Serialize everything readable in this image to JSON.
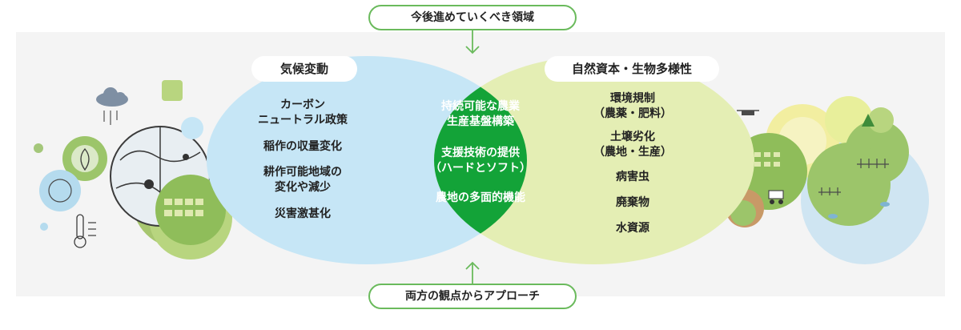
{
  "top_label": "今後進めていくべき領域",
  "bottom_label": "両方の観点からアプローチ",
  "left": {
    "title": "気候変動",
    "items": [
      "カーボン\nニュートラル政策",
      "稲作の収量変化",
      "耕作可能地域の\n変化や減少",
      "災害激甚化"
    ]
  },
  "center": {
    "items": [
      "持続可能な農業\n生産基盤構築",
      "支援技術の提供\n（ハードとソフト）",
      "農地の多面的機能"
    ]
  },
  "right": {
    "title": "自然資本・生物多様性",
    "items": [
      "環境規制\n（農薬・肥料）",
      "土壌劣化\n（農地・生産）",
      "病害虫",
      "廃棄物",
      "水資源"
    ]
  },
  "colors": {
    "left_ellipse": "#c6e6f6",
    "right_ellipse": "#e4eeb4",
    "overlap": "#13a338",
    "accent_green": "#6aba5c",
    "bg_band": "#f3f3f3"
  }
}
